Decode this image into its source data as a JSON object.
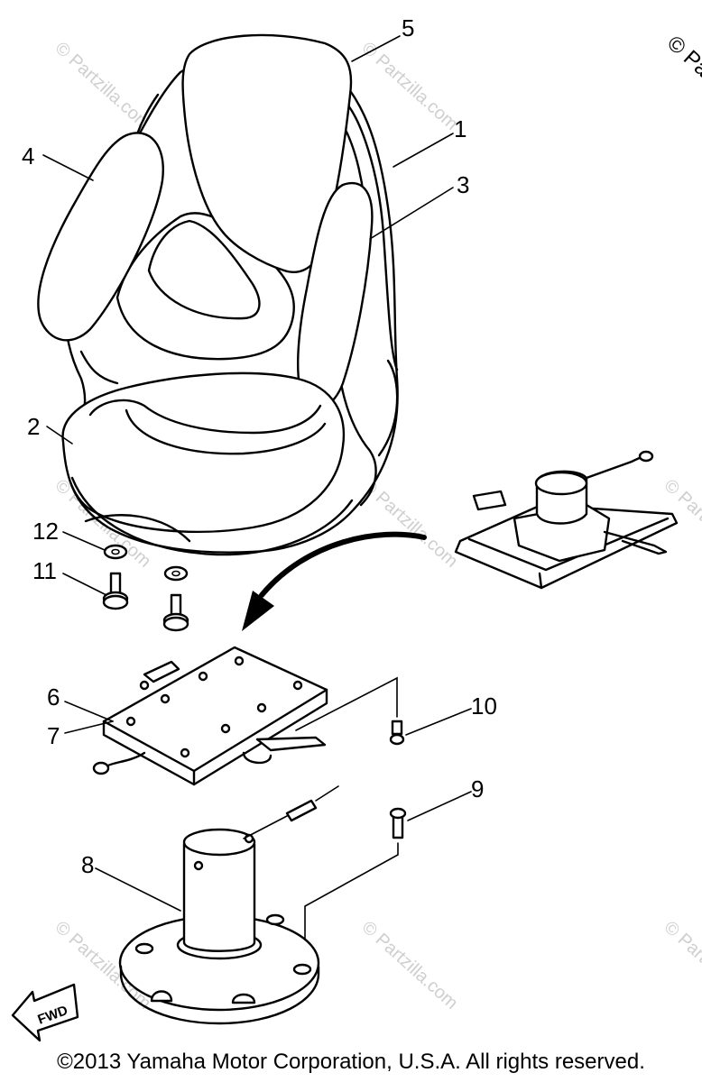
{
  "diagram": {
    "callouts": [
      "5",
      "1",
      "4",
      "3",
      "2",
      "12",
      "11",
      "6",
      "7",
      "10",
      "9",
      "8"
    ],
    "watermark_text": "© Partzilla.com",
    "corner_watermark": "© Pa",
    "fwd_label": "FWD",
    "copyright": "©2013 Yamaha Motor Corporation, U.S.A. All rights reserved."
  }
}
